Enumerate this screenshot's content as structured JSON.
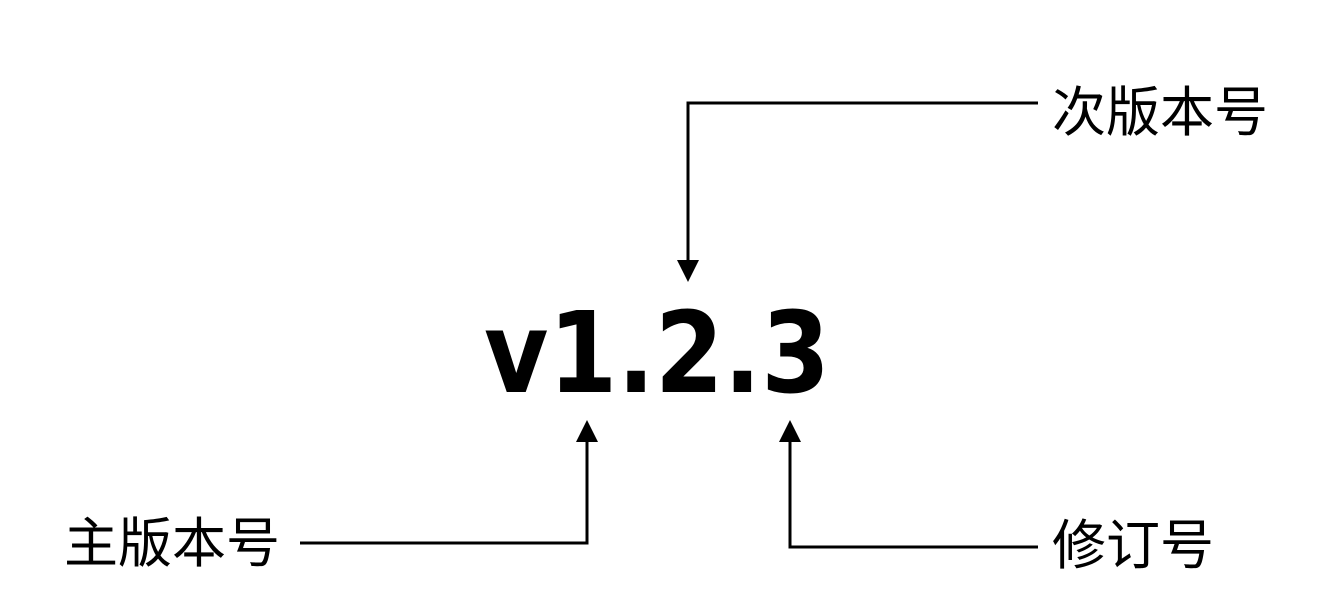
{
  "version": "v1.2.3",
  "labels": {
    "major": "主版本号",
    "minor": "次版本号",
    "patch": "修订号"
  },
  "colors": {
    "background": "#ffffff",
    "foreground": "#000000"
  }
}
